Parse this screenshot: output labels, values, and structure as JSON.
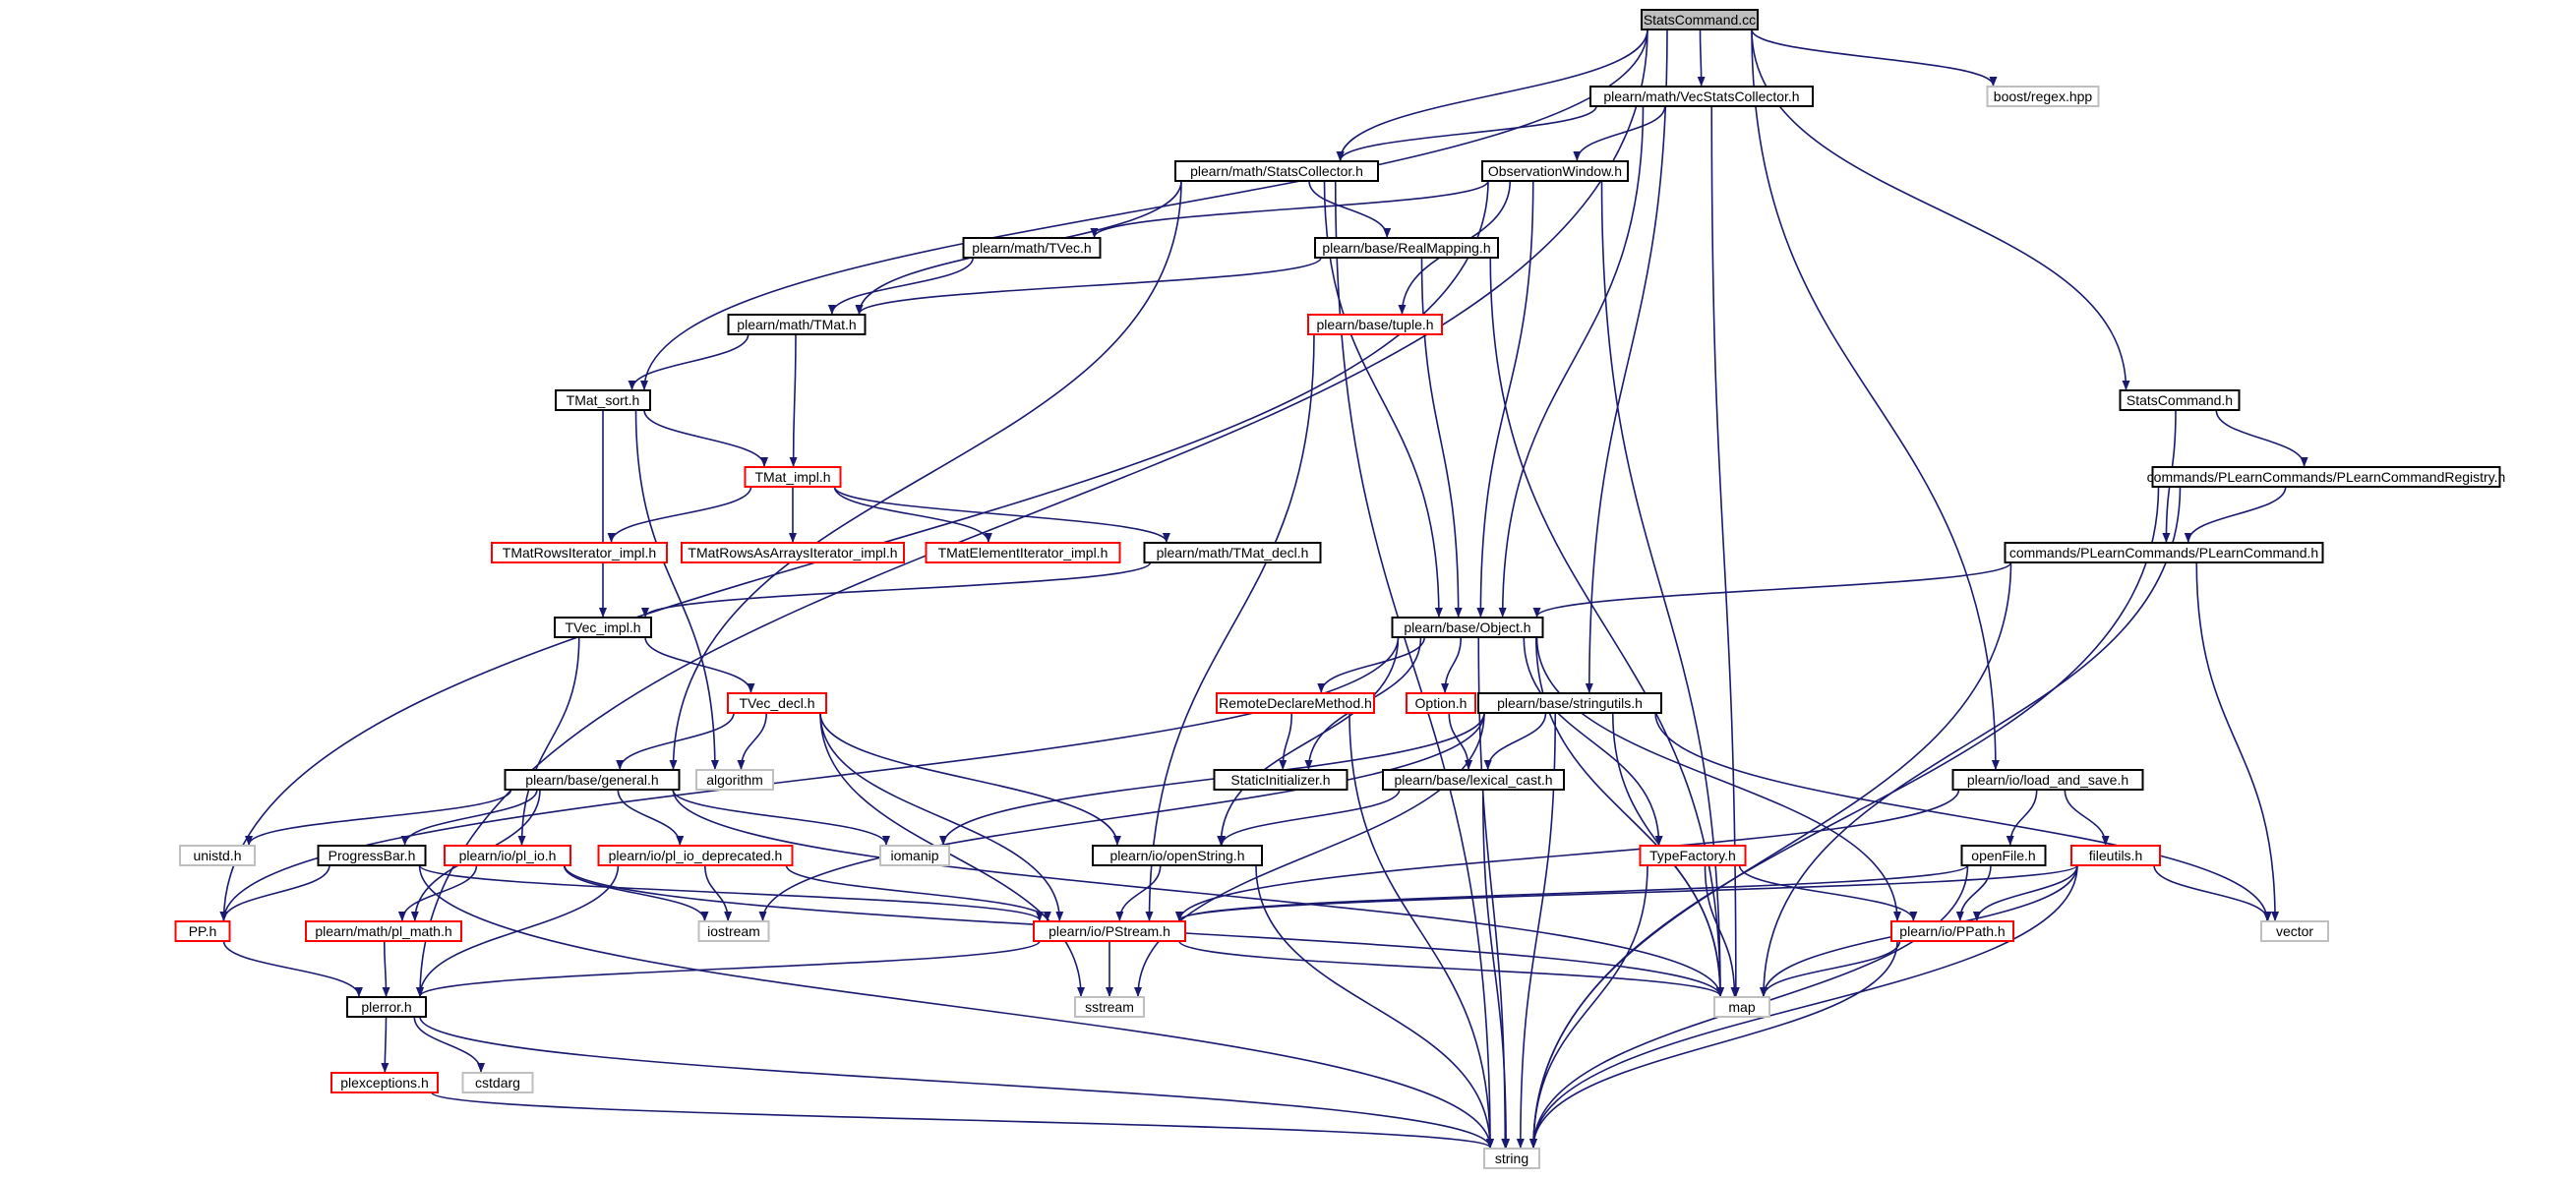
{
  "graph": {
    "root": "StatsCommand.cc",
    "colors": {
      "edge": "#191970",
      "documented_border": "#000000",
      "incomplete_border": "#ff0000",
      "external_border": "#bfbfbf",
      "root_fill": "#bfbfbf"
    },
    "nodes": [
      {
        "id": "statscommand_cc",
        "label": "StatsCommand.cc",
        "kind": "root"
      },
      {
        "id": "vecstatscollector_h",
        "label": "plearn/math/VecStatsCollector.h",
        "kind": "doc"
      },
      {
        "id": "regex_hpp",
        "label": "boost/regex.hpp",
        "kind": "ext"
      },
      {
        "id": "statscollector_h",
        "label": "plearn/math/StatsCollector.h",
        "kind": "doc"
      },
      {
        "id": "observationwindow_h",
        "label": "ObservationWindow.h",
        "kind": "doc"
      },
      {
        "id": "tvec_h",
        "label": "plearn/math/TVec.h",
        "kind": "doc"
      },
      {
        "id": "realmapping_h",
        "label": "plearn/base/RealMapping.h",
        "kind": "doc"
      },
      {
        "id": "tmat_h",
        "label": "plearn/math/TMat.h",
        "kind": "doc"
      },
      {
        "id": "tuple_h",
        "label": "plearn/base/tuple.h",
        "kind": "incomplete"
      },
      {
        "id": "tmat_sort_h",
        "label": "TMat_sort.h",
        "kind": "doc"
      },
      {
        "id": "statscommand_h",
        "label": "StatsCommand.h",
        "kind": "doc"
      },
      {
        "id": "tmat_impl_h",
        "label": "TMat_impl.h",
        "kind": "incomplete"
      },
      {
        "id": "plearncommandregistry_h",
        "label": "commands/PLearnCommands/PLearnCommandRegistry.h",
        "kind": "doc"
      },
      {
        "id": "tmatrowsiterator_h",
        "label": "TMatRowsIterator_impl.h",
        "kind": "incomplete"
      },
      {
        "id": "tmatrowsasarrays_h",
        "label": "TMatRowsAsArraysIterator_impl.h",
        "kind": "incomplete"
      },
      {
        "id": "tmatelementiterator_h",
        "label": "TMatElementIterator_impl.h",
        "kind": "incomplete"
      },
      {
        "id": "tmat_decl_h",
        "label": "plearn/math/TMat_decl.h",
        "kind": "doc"
      },
      {
        "id": "plearncommand_h",
        "label": "commands/PLearnCommands/PLearnCommand.h",
        "kind": "doc"
      },
      {
        "id": "tvec_impl_h",
        "label": "TVec_impl.h",
        "kind": "doc"
      },
      {
        "id": "object_h",
        "label": "plearn/base/Object.h",
        "kind": "doc"
      },
      {
        "id": "tvec_decl_h",
        "label": "TVec_decl.h",
        "kind": "incomplete"
      },
      {
        "id": "remotedeclaremethod_h",
        "label": "RemoteDeclareMethod.h",
        "kind": "incomplete"
      },
      {
        "id": "option_h",
        "label": "Option.h",
        "kind": "incomplete"
      },
      {
        "id": "stringutils_h",
        "label": "plearn/base/stringutils.h",
        "kind": "doc"
      },
      {
        "id": "algorithm",
        "label": "algorithm",
        "kind": "ext"
      },
      {
        "id": "general_h",
        "label": "plearn/base/general.h",
        "kind": "doc"
      },
      {
        "id": "staticinitializer_h",
        "label": "StaticInitializer.h",
        "kind": "doc"
      },
      {
        "id": "lexical_cast_h",
        "label": "plearn/base/lexical_cast.h",
        "kind": "doc"
      },
      {
        "id": "load_and_save_h",
        "label": "plearn/io/load_and_save.h",
        "kind": "doc"
      },
      {
        "id": "unistd_h",
        "label": "unistd.h",
        "kind": "ext"
      },
      {
        "id": "progressbar_h",
        "label": "ProgressBar.h",
        "kind": "doc"
      },
      {
        "id": "pl_io_h",
        "label": "plearn/io/pl_io.h",
        "kind": "incomplete"
      },
      {
        "id": "pl_io_deprecated_h",
        "label": "plearn/io/pl_io_deprecated.h",
        "kind": "incomplete"
      },
      {
        "id": "iomanip",
        "label": "iomanip",
        "kind": "ext"
      },
      {
        "id": "openstring_h",
        "label": "plearn/io/openString.h",
        "kind": "doc"
      },
      {
        "id": "typefactory_h",
        "label": "TypeFactory.h",
        "kind": "incomplete"
      },
      {
        "id": "openfile_h",
        "label": "openFile.h",
        "kind": "doc"
      },
      {
        "id": "fileutils_h",
        "label": "fileutils.h",
        "kind": "incomplete"
      },
      {
        "id": "pp_h",
        "label": "PP.h",
        "kind": "incomplete"
      },
      {
        "id": "pl_math_h",
        "label": "plearn/math/pl_math.h",
        "kind": "incomplete"
      },
      {
        "id": "iostream",
        "label": "iostream",
        "kind": "ext"
      },
      {
        "id": "pstream_h",
        "label": "plearn/io/PStream.h",
        "kind": "incomplete"
      },
      {
        "id": "ppath_h",
        "label": "plearn/io/PPath.h",
        "kind": "incomplete"
      },
      {
        "id": "vector",
        "label": "vector",
        "kind": "ext"
      },
      {
        "id": "plerror_h",
        "label": "plerror.h",
        "kind": "doc"
      },
      {
        "id": "sstream",
        "label": "sstream",
        "kind": "ext"
      },
      {
        "id": "map",
        "label": "map",
        "kind": "ext"
      },
      {
        "id": "plexceptions_h",
        "label": "plexceptions.h",
        "kind": "incomplete"
      },
      {
        "id": "cstdarg",
        "label": "cstdarg",
        "kind": "ext"
      },
      {
        "id": "string",
        "label": "string",
        "kind": "ext"
      }
    ],
    "edges": [
      [
        "statscommand_cc",
        "vecstatscollector_h"
      ],
      [
        "statscommand_cc",
        "regex_hpp"
      ],
      [
        "statscommand_cc",
        "statscollector_h"
      ],
      [
        "statscommand_cc",
        "tmat_sort_h"
      ],
      [
        "statscommand_cc",
        "plerror_h"
      ],
      [
        "statscommand_cc",
        "stringutils_h"
      ],
      [
        "statscommand_cc",
        "load_and_save_h"
      ],
      [
        "statscommand_cc",
        "statscommand_h"
      ],
      [
        "vecstatscollector_h",
        "statscollector_h"
      ],
      [
        "vecstatscollector_h",
        "observationwindow_h"
      ],
      [
        "vecstatscollector_h",
        "object_h"
      ],
      [
        "vecstatscollector_h",
        "map"
      ],
      [
        "statscollector_h",
        "general_h"
      ],
      [
        "statscollector_h",
        "tmat_h"
      ],
      [
        "statscollector_h",
        "realmapping_h"
      ],
      [
        "statscollector_h",
        "object_h"
      ],
      [
        "statscollector_h",
        "string"
      ],
      [
        "observationwindow_h",
        "tvec_h"
      ],
      [
        "observationwindow_h",
        "tuple_h"
      ],
      [
        "observationwindow_h",
        "object_h"
      ],
      [
        "observationwindow_h",
        "map"
      ],
      [
        "observationwindow_h",
        "pp_h"
      ],
      [
        "tvec_h",
        "tmat_h"
      ],
      [
        "realmapping_h",
        "tmat_h"
      ],
      [
        "realmapping_h",
        "object_h"
      ],
      [
        "realmapping_h",
        "map"
      ],
      [
        "tuple_h",
        "pstream_h"
      ],
      [
        "tmat_h",
        "tmat_sort_h"
      ],
      [
        "tmat_h",
        "tmat_impl_h"
      ],
      [
        "tmat_sort_h",
        "tmat_impl_h"
      ],
      [
        "tmat_sort_h",
        "tvec_impl_h"
      ],
      [
        "tmat_sort_h",
        "algorithm"
      ],
      [
        "tmat_impl_h",
        "tmatrowsiterator_h"
      ],
      [
        "tmat_impl_h",
        "tmatrowsasarrays_h"
      ],
      [
        "tmat_impl_h",
        "tmatelementiterator_h"
      ],
      [
        "tmat_impl_h",
        "tmat_decl_h"
      ],
      [
        "tmat_decl_h",
        "tvec_impl_h"
      ],
      [
        "statscommand_h",
        "plearncommand_h"
      ],
      [
        "statscommand_h",
        "plearncommandregistry_h"
      ],
      [
        "plearncommandregistry_h",
        "plearncommand_h"
      ],
      [
        "plearncommandregistry_h",
        "map"
      ],
      [
        "plearncommandregistry_h",
        "string"
      ],
      [
        "plearncommand_h",
        "object_h"
      ],
      [
        "plearncommand_h",
        "vector"
      ],
      [
        "plearncommand_h",
        "string"
      ],
      [
        "tvec_impl_h",
        "tvec_decl_h"
      ],
      [
        "tvec_impl_h",
        "pl_io_h"
      ],
      [
        "tvec_decl_h",
        "general_h"
      ],
      [
        "tvec_decl_h",
        "algorithm"
      ],
      [
        "tvec_decl_h",
        "openstring_h"
      ],
      [
        "tvec_decl_h",
        "pstream_h"
      ],
      [
        "tvec_decl_h",
        "sstream"
      ],
      [
        "object_h",
        "pp_h"
      ],
      [
        "object_h",
        "remotedeclaremethod_h"
      ],
      [
        "object_h",
        "option_h"
      ],
      [
        "object_h",
        "staticinitializer_h"
      ],
      [
        "object_h",
        "typefactory_h"
      ],
      [
        "object_h",
        "ppath_h"
      ],
      [
        "object_h",
        "openstring_h"
      ],
      [
        "object_h",
        "map"
      ],
      [
        "object_h",
        "string"
      ],
      [
        "remotedeclaremethod_h",
        "staticinitializer_h"
      ],
      [
        "remotedeclaremethod_h",
        "string"
      ],
      [
        "option_h",
        "lexical_cast_h"
      ],
      [
        "stringutils_h",
        "lexical_cast_h"
      ],
      [
        "stringutils_h",
        "iomanip"
      ],
      [
        "stringutils_h",
        "iostream"
      ],
      [
        "stringutils_h",
        "sstream"
      ],
      [
        "stringutils_h",
        "map"
      ],
      [
        "stringutils_h",
        "vector"
      ],
      [
        "stringutils_h",
        "string"
      ],
      [
        "lexical_cast_h",
        "openstring_h"
      ],
      [
        "lexical_cast_h",
        "string"
      ],
      [
        "general_h",
        "unistd_h"
      ],
      [
        "general_h",
        "progressbar_h"
      ],
      [
        "general_h",
        "pl_io_deprecated_h"
      ],
      [
        "general_h",
        "iomanip"
      ],
      [
        "general_h",
        "pl_math_h"
      ],
      [
        "general_h",
        "map"
      ],
      [
        "progressbar_h",
        "pp_h"
      ],
      [
        "progressbar_h",
        "pstream_h"
      ],
      [
        "progressbar_h",
        "string"
      ],
      [
        "pl_io_h",
        "pl_math_h"
      ],
      [
        "pl_io_h",
        "iostream"
      ],
      [
        "pl_io_h",
        "map"
      ],
      [
        "pl_io_deprecated_h",
        "iostream"
      ],
      [
        "pl_io_deprecated_h",
        "pstream_h"
      ],
      [
        "pl_io_deprecated_h",
        "plerror_h"
      ],
      [
        "openstring_h",
        "pstream_h"
      ],
      [
        "openstring_h",
        "string"
      ],
      [
        "load_and_save_h",
        "openfile_h"
      ],
      [
        "load_and_save_h",
        "fileutils_h"
      ],
      [
        "load_and_save_h",
        "pstream_h"
      ],
      [
        "typefactory_h",
        "ppath_h"
      ],
      [
        "typefactory_h",
        "map"
      ],
      [
        "typefactory_h",
        "string"
      ],
      [
        "openfile_h",
        "pstream_h"
      ],
      [
        "openfile_h",
        "ppath_h"
      ],
      [
        "openfile_h",
        "string"
      ],
      [
        "fileutils_h",
        "ppath_h"
      ],
      [
        "fileutils_h",
        "pstream_h"
      ],
      [
        "fileutils_h",
        "vector"
      ],
      [
        "fileutils_h",
        "map"
      ],
      [
        "fileutils_h",
        "string"
      ],
      [
        "pstream_h",
        "plerror_h"
      ],
      [
        "pstream_h",
        "sstream"
      ],
      [
        "pstream_h",
        "map"
      ],
      [
        "ppath_h",
        "map"
      ],
      [
        "ppath_h",
        "string"
      ],
      [
        "pp_h",
        "plerror_h"
      ],
      [
        "pl_math_h",
        "plerror_h"
      ],
      [
        "plerror_h",
        "plexceptions_h"
      ],
      [
        "plerror_h",
        "cstdarg"
      ],
      [
        "plerror_h",
        "string"
      ],
      [
        "plexceptions_h",
        "string"
      ]
    ]
  }
}
